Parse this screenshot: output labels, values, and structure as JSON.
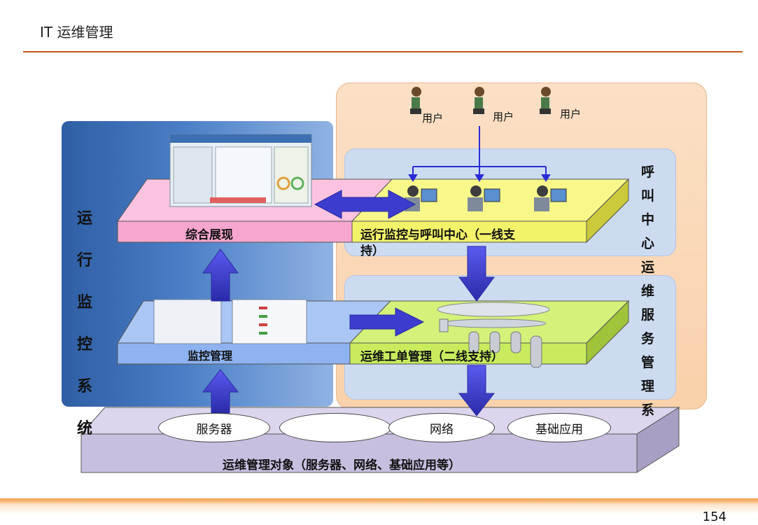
{
  "header": {
    "title": "IT 运维管理"
  },
  "left_system": {
    "label_chars": [
      "运",
      "行",
      "监",
      "控",
      "系",
      "统"
    ]
  },
  "right_system": {
    "label_chars": [
      "呼",
      "叫",
      "中",
      "心",
      "运",
      "维",
      "服",
      "务",
      "管",
      "理",
      "系"
    ]
  },
  "layers": {
    "integrated_display": "综合展现",
    "monitoring_mgmt": "监控管理",
    "call_center_line1": "运行监控与呼叫中心（一线支",
    "call_center_line2": "持）",
    "work_order": "运维工单管理（二线支持）",
    "managed_objects": "运维管理对象（服务器、网络、基础应用等）"
  },
  "users": {
    "labels": [
      "用户",
      "用户",
      "用户"
    ]
  },
  "objects": {
    "items": [
      "服务器",
      "",
      "网络",
      "基础应用"
    ]
  },
  "page_number": "154",
  "colors": {
    "accent_rule": "#c5551f",
    "pink_slab": "#f7a6cf",
    "yellow_slab": "#f3f36a",
    "green_slab": "#c8ec5e",
    "blue_slab": "#8fb3f0",
    "lavender_slab": "#cfc6e3",
    "arrow": "#3c3ccf"
  }
}
